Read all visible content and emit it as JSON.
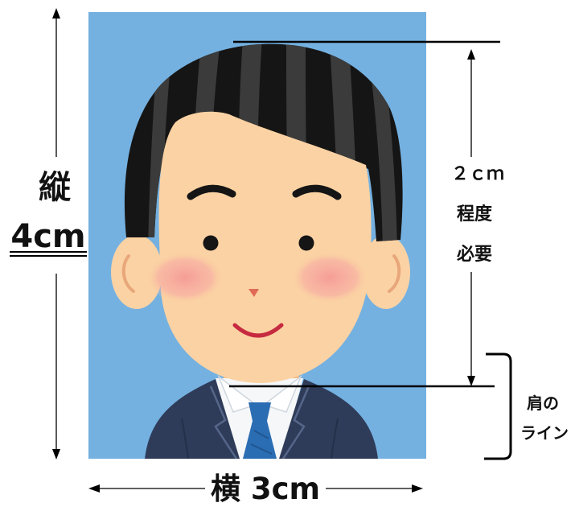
{
  "labels": {
    "height_kanji": "縦",
    "height_value": "4cm",
    "head_top_value": "２ｃｍ",
    "head_top_degree": "程度",
    "head_top_required": "必要",
    "shoulder_line_1": "肩の",
    "shoulder_line_2": "ライン",
    "width_label": "横 3cm"
  },
  "colors": {
    "photo_background": "#74b1e1",
    "hair": "#151515",
    "hair_stripe": "#3b3b3b",
    "skin": "#fbd2a3",
    "neck": "#f4b985",
    "cheeks": "#f5a39d",
    "suit": "#2f3c59",
    "shirt": "#f5f7f9",
    "tie": "#2b6db3",
    "mouth": "#c62a40",
    "guide_lines": "#000000"
  }
}
